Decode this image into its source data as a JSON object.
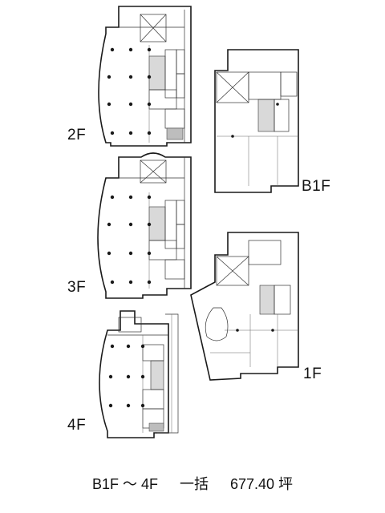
{
  "floors": {
    "f2": {
      "label": "2F"
    },
    "b1": {
      "label": "B1F"
    },
    "f3": {
      "label": "3F"
    },
    "f1": {
      "label": "1F"
    },
    "f4": {
      "label": "4F"
    }
  },
  "caption": {
    "range": "B1F ～ 4F",
    "mode": "一括",
    "area": "677.40 坪"
  }
}
